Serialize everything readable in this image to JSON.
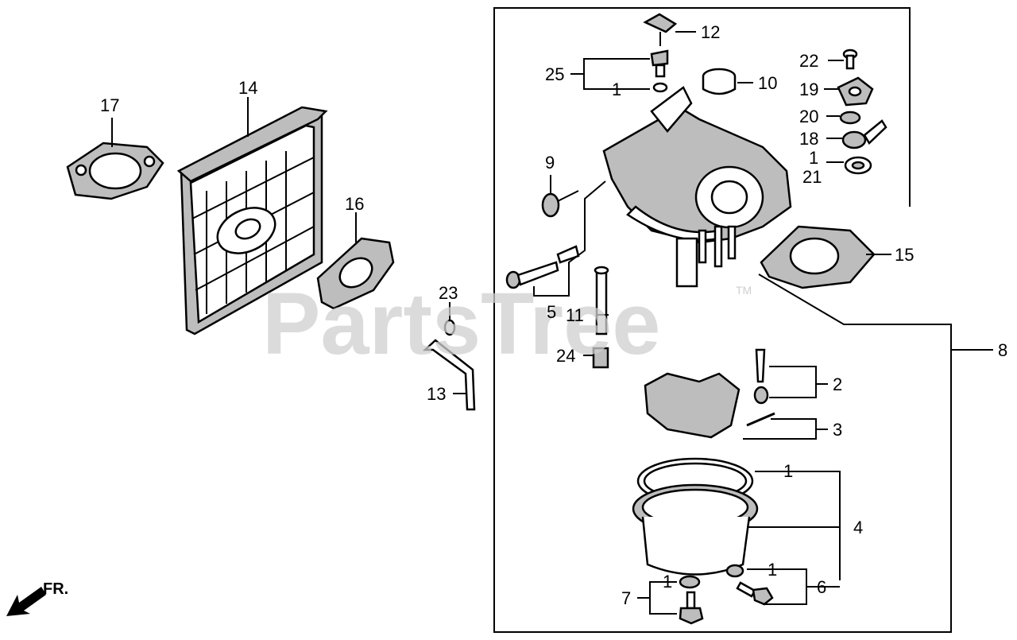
{
  "watermark": {
    "brand": "PartsTree",
    "mark": "TM"
  },
  "direction": {
    "label": "FR."
  },
  "callouts": {
    "c1a": "1",
    "c1b": "1",
    "c1c": "1",
    "c1d": "1",
    "c1e": "1",
    "c2": "2",
    "c3": "3",
    "c4": "4",
    "c5": "5",
    "c6": "6",
    "c7": "7",
    "c8": "8",
    "c9": "9",
    "c10": "10",
    "c11": "11",
    "c12": "12",
    "c13": "13",
    "c14": "14",
    "c15": "15",
    "c16": "16",
    "c17": "17",
    "c18": "18",
    "c19": "19",
    "c20": "20",
    "c21": "21",
    "c22": "22",
    "c23": "23",
    "c24": "24",
    "c25": "25"
  }
}
